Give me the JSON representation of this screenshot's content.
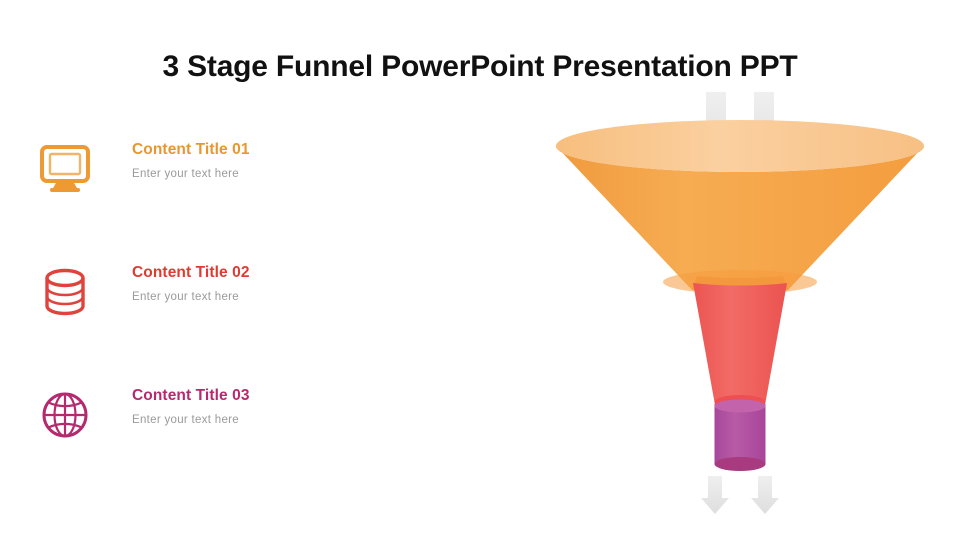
{
  "slide": {
    "title": "3 Stage Funnel PowerPoint Presentation PPT",
    "background_color": "#ffffff",
    "title_color": "#111111"
  },
  "content_items": [
    {
      "title": "Content Title 01",
      "subtitle": "Enter your text here",
      "color": "#E8972E",
      "icon": "monitor-icon"
    },
    {
      "title": "Content Title 02",
      "subtitle": "Enter your text here",
      "color": "#E03A32",
      "icon": "database-icon"
    },
    {
      "title": "Content Title 03",
      "subtitle": "Enter your text here",
      "color": "#B52A6E",
      "icon": "globe-icon"
    }
  ],
  "funnel": {
    "stages": [
      {
        "name": "stage-1-orange",
        "fill": "#F5A council"
      },
      {
        "name": "stage-2-red",
        "fill": "#EE5A5A"
      },
      {
        "name": "stage-3-purple",
        "fill": "#B04A96"
      }
    ],
    "colors": {
      "rim_top": "#F9C98C",
      "cone_orange": "#F4A council",
      "cone_orange_lip": "#F39A3A",
      "cone_red": "#EF5B57",
      "cone_red_lip": "#EE4F52",
      "cylinder_body": "#B3549C",
      "cylinder_top": "#C060A8",
      "cylinder_bottom": "#A83A80",
      "arrow": "#E3E3E3"
    },
    "inflow_arrows": 2,
    "outflow_arrows": 2
  }
}
